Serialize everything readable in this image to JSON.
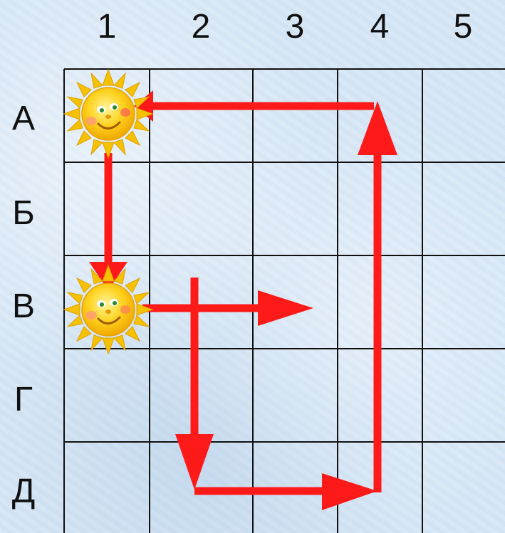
{
  "columns": [
    "1",
    "2",
    "3",
    "4",
    "5"
  ],
  "rows": [
    "А",
    "Б",
    "В",
    "Г",
    "Д"
  ],
  "colors": {
    "grid_line": "#111111",
    "arrow": "#ff1a1a",
    "sun_face": "#ffd21f",
    "sun_rays": "#f6c200"
  },
  "icons": {
    "sun_top": "sun-icon",
    "sun_bottom": "sun-icon"
  }
}
